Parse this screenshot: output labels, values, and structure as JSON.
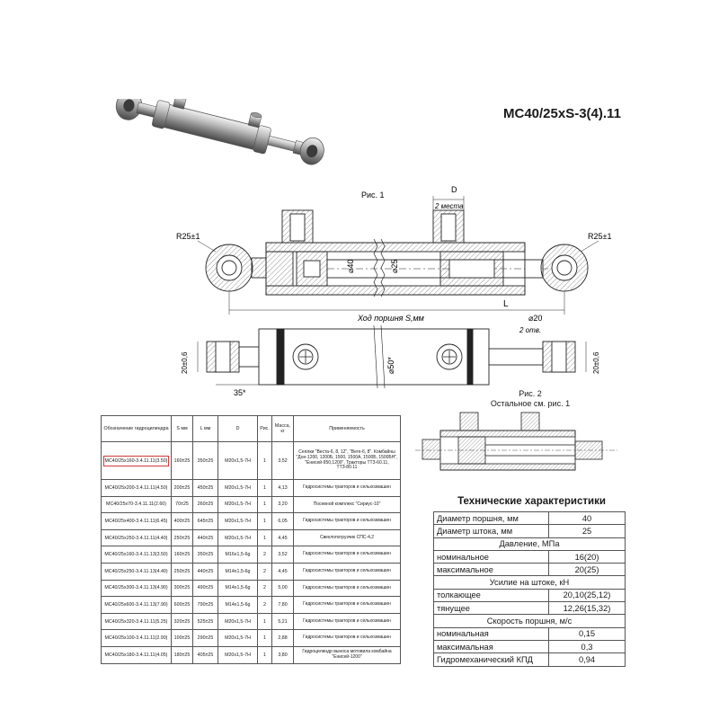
{
  "title": "МС40/25хS-3(4).11",
  "drawing": {
    "fig1_label": "Рис. 1",
    "fig2_label": "Рис. 2",
    "fig2_note": "Остальное см. рис. 1",
    "dim_r_left": "R25±1",
    "dim_r_right": "R25±1",
    "dim_d": "D",
    "dim_d_note": "2 места",
    "dim_dia40": "⌀40",
    "dim_dia25": "⌀25",
    "dim_L": "L",
    "dim_stroke": "Ход поршня S,мм",
    "dim_dia20": "⌀20",
    "dim_dia20_note": "2 отв.",
    "dim_20_left": "20±0,6",
    "dim_20_right": "20±0,6",
    "dim_dia50": "⌀50*",
    "dim_35": "35*"
  },
  "models_table": {
    "headers": [
      "Обозначение гидроцилиндра",
      "S мм",
      "L мм",
      "D",
      "Рис.",
      "Масса, кг",
      "Применяемость"
    ],
    "rows": [
      [
        "МС40/25х160-3.4.11.11(3.50)",
        "160±25",
        "350±25",
        "М20х1,5-7Н",
        "1",
        "3,52",
        "Сеялки \"Веста-6, 8, 12\", \"Веге-6, 8\". Комбайны \"Дон-1200, 1200Б, 1500, 1500А, 1500Б, 1500БН\", \"Енисей-950,1200\", Тракторы ТТЗ-60.11, ТТЗ-80.11"
      ],
      [
        "МС40/25х200-3.4.11.11(4.50)",
        "200±25",
        "450±25",
        "М20х1,5-7Н",
        "1",
        "4,13",
        "Гидросистемы тракторов и сельхозмашин"
      ],
      [
        "МС40/25х70-3.4.11.11(2.60)",
        "70±25",
        "260±25",
        "М20х1,5-7Н",
        "1",
        "3,20",
        "Посевной комплекс \"Сириус-10\""
      ],
      [
        "МС40/25х400-3.4.11.11(6.45)",
        "400±25",
        "645±25",
        "М20х1,5-7Н",
        "1",
        "6,05",
        "Гидросистемы тракторов и сельхозмашин"
      ],
      [
        "МС40/25х250-3.4.11.11(4.40)",
        "250±25",
        "440±25",
        "М20х1,5-7Н",
        "1",
        "4,45",
        "Свеклопогрузчик СПС-4,2"
      ],
      [
        "МС40/25х160-3.4.11.13(3.50)",
        "160±25",
        "350±25",
        "М16х1,5-6g",
        "2",
        "3,52",
        "Гидросистемы тракторов и сельхозмашин"
      ],
      [
        "МС40/25х250-3.4.11.13(4.40)",
        "250±25",
        "440±25",
        "М14х1,5-6g",
        "2",
        "4,45",
        "Гидросистемы тракторов и сельхозмашин"
      ],
      [
        "МС40/25х300-3.4.11.13(4.90)",
        "300±25",
        "490±25",
        "М14х1,5-6g",
        "2",
        "5,00",
        "Гидросистемы тракторов и сельхозмашин"
      ],
      [
        "МС40/25х600-3.4.11.13(7.90)",
        "600±25",
        "790±25",
        "М14х1,5-6g",
        "2",
        "7,80",
        "Гидросистемы тракторов и сельхозмашин"
      ],
      [
        "МС40/25х320-3.4.11.11(5.25)",
        "320±25",
        "525±25",
        "М20х1,5-7Н",
        "1",
        "5,21",
        "Гидросистемы тракторов и сельхозмашин"
      ],
      [
        "МС40/25х100-3.4.11.11(2.90)",
        "100±25",
        "290±25",
        "М20х1,5-7Н",
        "1",
        "2,88",
        "Гидросистемы тракторов и сельхозмашин"
      ],
      [
        "МС40/25х180-3.4.11.11(4.05)",
        "180±25",
        "405±25",
        "М20х1,5-7Н",
        "1",
        "3,80",
        "Гидроцилиндр выноса мотовила комбайна \"Енисей-1200\""
      ]
    ]
  },
  "specs": {
    "title": "Технические характеристики",
    "rows": [
      {
        "label": "Диаметр поршня, мм",
        "value": "40"
      },
      {
        "label": "Диаметр штока, мм",
        "value": "25"
      },
      {
        "header": "Давление, МПа"
      },
      {
        "label": "номинальное",
        "value": "16(20)"
      },
      {
        "label": "максимальное",
        "value": "20(25)"
      },
      {
        "header": "Усилие на штоке, кН"
      },
      {
        "label": "толкающее",
        "value": "20,10(25,12)"
      },
      {
        "label": "тянущее",
        "value": "12,26(15,32)"
      },
      {
        "header": "Скорость поршня, м/с"
      },
      {
        "label": "номинальная",
        "value": "0,15"
      },
      {
        "label": "максимальная",
        "value": "0,3"
      },
      {
        "label": "Гидромеханический КПД",
        "value": "0,94"
      }
    ]
  },
  "colors": {
    "line": "#222222",
    "hatch": "#666666",
    "metal_dark": "#6b6b6b",
    "metal_light": "#d9d9d9",
    "highlight_box": "#d23a3a"
  }
}
